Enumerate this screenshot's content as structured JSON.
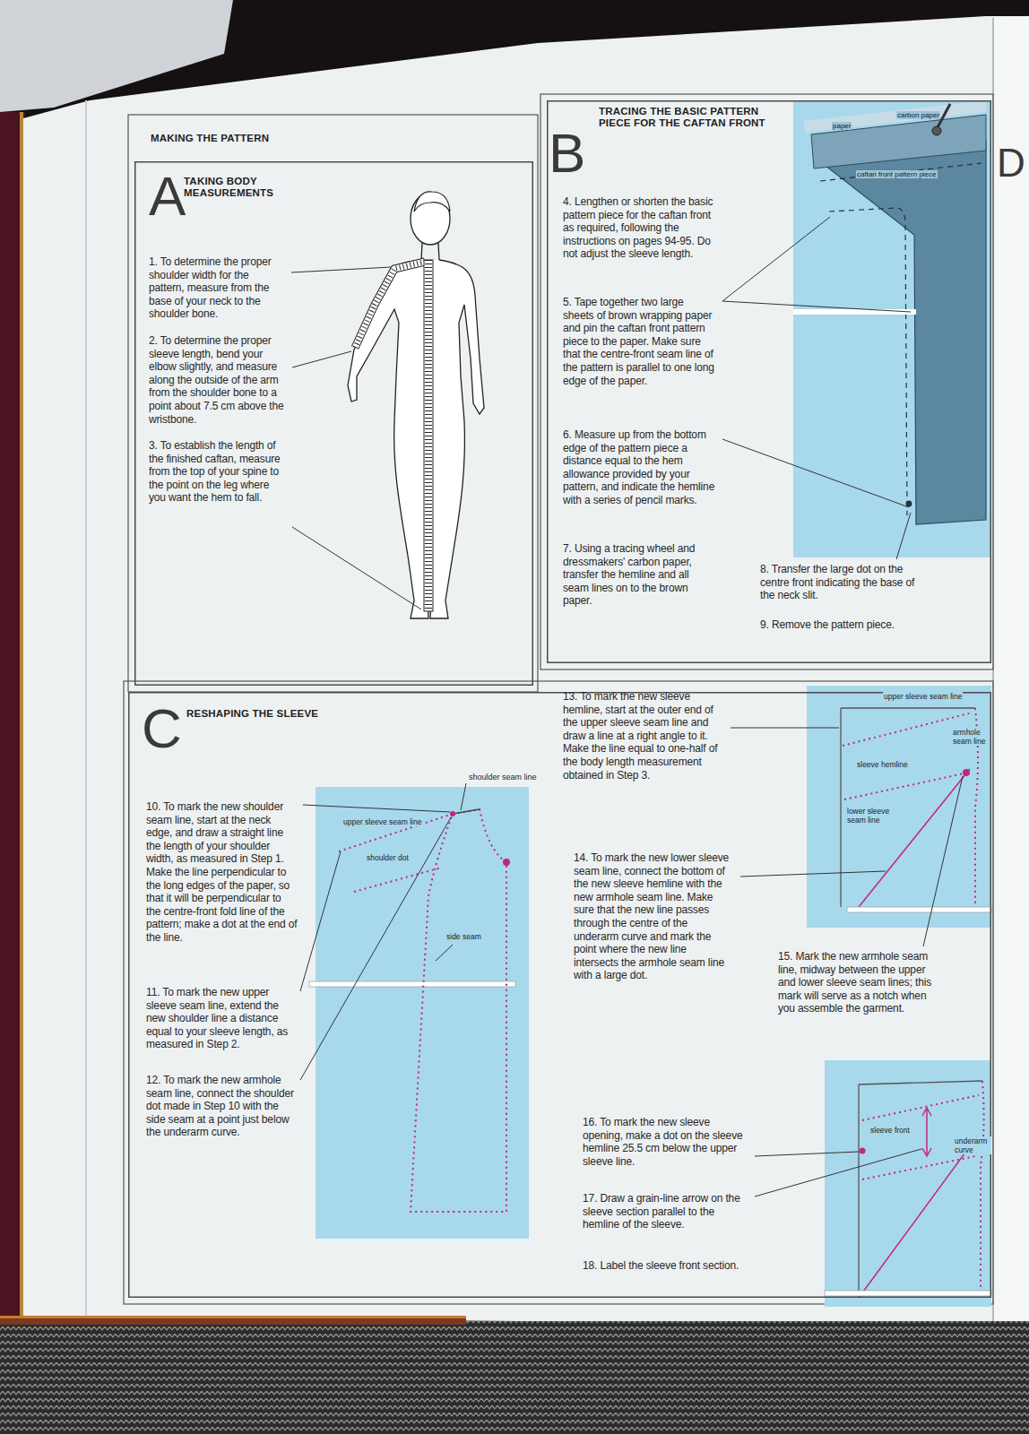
{
  "diagram": {
    "title": "MAKING THE PATTERN",
    "nodes": [
      {
        "text": [
          "A",
          "TAKING BODY MEASUREMENTS",
          "1. To determine the proper shoulder width for the pattern, measure from the base of your neck to the shoulder bone.",
          "2. To determine the proper sleeve length, bend your elbow slightly, and measure along the outside of the arm from the shoulder bone to a point about 7.5 cm above the wristbone.",
          "3. To establish the length of the finished caftan, measure from the top of your spine to the point on the leg where you want the hem to fall."
        ]
      },
      {
        "text": [
          "B",
          "TRACING THE BASIC PATTERN PIECE FOR THE CAFTAN FRONT",
          "4. Lengthen or shorten the basic pattern piece for the caftan front as required, following the instructions on pages 94-95. Do not adjust the sleeve length.",
          "5. Tape together two large sheets of brown wrapping paper and pin the caftan front pattern piece to the paper. Make sure that the centre-front seam line of the pattern is parallel to one long edge of the paper.",
          "6. Measure up from the bottom edge of the pattern piece a distance equal to the hem allowance provided by your pattern, and indicate the hemline with a series of pencil marks.",
          "7. Using a tracing wheel and dressmakers' carbon paper, transfer the hemline and all seam lines on to the brown paper.",
          "8. Transfer the large dot on the centre front indicating the base of the neck slit.",
          "9. Remove the pattern piece."
        ]
      },
      {
        "text": [
          "paper",
          "carbon paper",
          "caftan front pattern piece"
        ],
        "in": 1
      },
      {
        "text": [
          "C",
          "RESHAPING THE SLEEVE",
          "10. To mark the new shoulder seam line, start at the neck edge, and draw a straight line the length of your shoulder width, as measured in Step 1. Make the line perpendicular to the long edges of the paper, so that it will be perpendicular to the centre-front fold line of the pattern; make a dot at the end of the line.",
          "11. To mark the new upper sleeve seam line, extend the new shoulder line a distance equal to your sleeve length, as measured in Step 2.",
          "12. To mark the new armhole seam line, connect the shoulder dot made in Step 10 with the side seam at a point just below the underarm curve.",
          "13. To mark the new sleeve hemline, start at the outer end of the upper sleeve seam line and draw a line at a right angle to it. Make the line equal to one-half of the body length measurement obtained in Step 3.",
          "14. To mark the new lower sleeve seam line, connect the bottom of the new sleeve hemline with the new armhole seam line. Make sure that the new line passes through the centre of the underarm curve and mark the point where the new line intersects the armhole seam line with a large dot.",
          "15. Mark the new armhole seam line, midway between the upper and lower sleeve seam lines; this mark will serve as a notch when you assemble the garment.",
          "16. To mark the new sleeve opening, make a dot on the sleeve hemline 25.5 cm below the upper sleeve line.",
          "17. Draw a grain-line arrow on the sleeve section parallel to the hemline of the sleeve.",
          "18. Label the sleeve front section."
        ]
      },
      {
        "text": [
          "shoulder seam line",
          "upper sleeve seam line",
          "shoulder dot",
          "side seam"
        ],
        "in": 3
      },
      {
        "text": [
          "upper sleeve seam line",
          "armhole seam line",
          "sleeve hemline",
          "lower sleeve seam line"
        ],
        "in": 3
      },
      {
        "text": [
          "sleeve front",
          "underarm curve"
        ],
        "in": 3
      }
    ],
    "labels": [
      "D"
    ]
  }
}
